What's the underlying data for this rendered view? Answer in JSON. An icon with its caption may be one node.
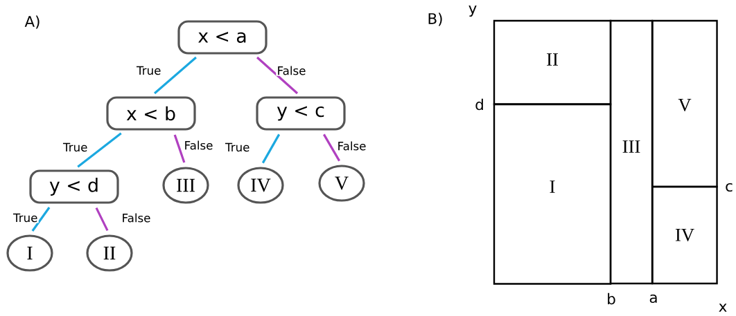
{
  "diagram": {
    "nodes": [
      {
        "text": [
          "x < a"
        ]
      },
      {
        "text": [
          "x < b"
        ]
      },
      {
        "text": [
          "y < c"
        ]
      },
      {
        "text": [
          "y < d"
        ]
      },
      {
        "text": [
          "III"
        ]
      },
      {
        "text": [
          "IV"
        ]
      },
      {
        "text": [
          "V"
        ]
      },
      {
        "text": [
          "I"
        ]
      },
      {
        "text": [
          "II"
        ]
      },
      {
        "text": [
          "II"
        ]
      },
      {
        "text": [
          "I"
        ]
      },
      {
        "text": [
          "III"
        ]
      },
      {
        "text": [
          "V"
        ]
      },
      {
        "text": [
          "IV"
        ]
      }
    ],
    "edges": [
      {
        "from": 0,
        "to": 1,
        "arrow": "none",
        "label": "True",
        "color": "#1ba8e0"
      },
      {
        "from": 0,
        "to": 2,
        "arrow": "none",
        "label": "False",
        "color": "#b040c0"
      },
      {
        "from": 1,
        "to": 3,
        "arrow": "none",
        "label": "True",
        "color": "#1ba8e0"
      },
      {
        "from": 1,
        "to": 4,
        "arrow": "none",
        "label": "False",
        "color": "#b040c0"
      },
      {
        "from": 2,
        "to": 5,
        "arrow": "none",
        "label": "True",
        "color": "#1ba8e0"
      },
      {
        "from": 2,
        "to": 6,
        "arrow": "none",
        "label": "False",
        "color": "#b040c0"
      },
      {
        "from": 3,
        "to": 7,
        "arrow": "none",
        "label": "True",
        "color": "#1ba8e0"
      },
      {
        "from": 3,
        "to": 8,
        "arrow": "none",
        "label": "False",
        "color": "#b040c0"
      }
    ],
    "labels": [
      "A)",
      "B)",
      "y",
      "d",
      "c",
      "b",
      "a",
      "x"
    ]
  }
}
